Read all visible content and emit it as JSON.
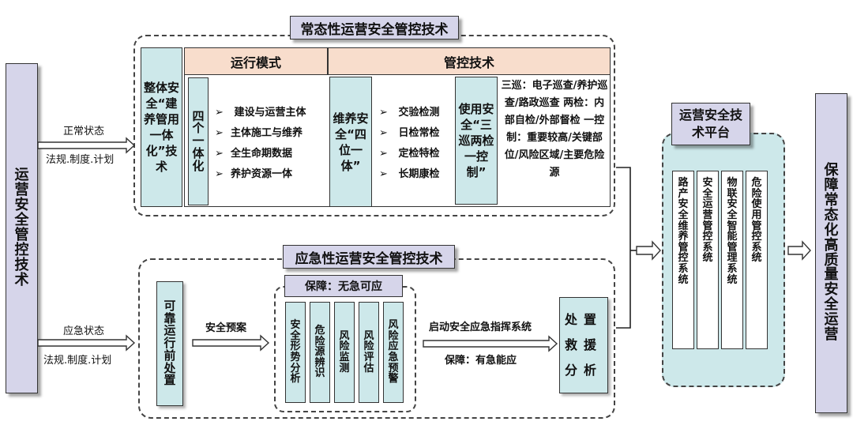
{
  "left_box": "运营安全管控技术",
  "right_box": "保障常态化高质量安全运营",
  "normal": {
    "title": "常态性运营安全管控技术",
    "state_label": "正常状态",
    "state_sub": "法规.制度.计划",
    "overall": "整体安全“建养管用一体化”技术",
    "mode_header": "运行模式",
    "control_header": "管控技术",
    "four_in_one": "四个一体化",
    "mode_items": [
      "建设与运营主体",
      "主体施工与维养",
      "全生命期数据",
      "养护资源一体"
    ],
    "maint_four": "维养安全“四位一体”",
    "check_items": [
      "交验检测",
      "日检常检",
      "定检特检",
      "长期康检"
    ],
    "three_patrol": "使用安全“三巡两检一控制”",
    "patrol_text": "三巡：电子巡查/养护巡查/路政巡查 两检：内部自检/外部督检 一控制：重要较高/关键部位/风险区域/主要危险源"
  },
  "emergency": {
    "title": "应急性运营安全管控技术",
    "state_label": "应急状态",
    "state_sub": "法规.制度.计划",
    "pre_disposal": "可靠运行前处置",
    "plan_label": "安全预案",
    "guarantee_top": "保障：无急可应",
    "items": [
      "安全形势分析",
      "危险源辨识",
      "风险监测",
      "风险评估",
      "风险应急预警"
    ],
    "command_label": "启动安全应急指挥系统",
    "guarantee_bottom": "保障：有急能应",
    "rescue": "处置救援分析"
  },
  "platform": {
    "title": "运营安全技术平台",
    "systems": [
      "路产安全维养管控系统",
      "安全运营管控系统",
      "物联安全智能管理系统",
      "危险使用管控系统"
    ]
  }
}
